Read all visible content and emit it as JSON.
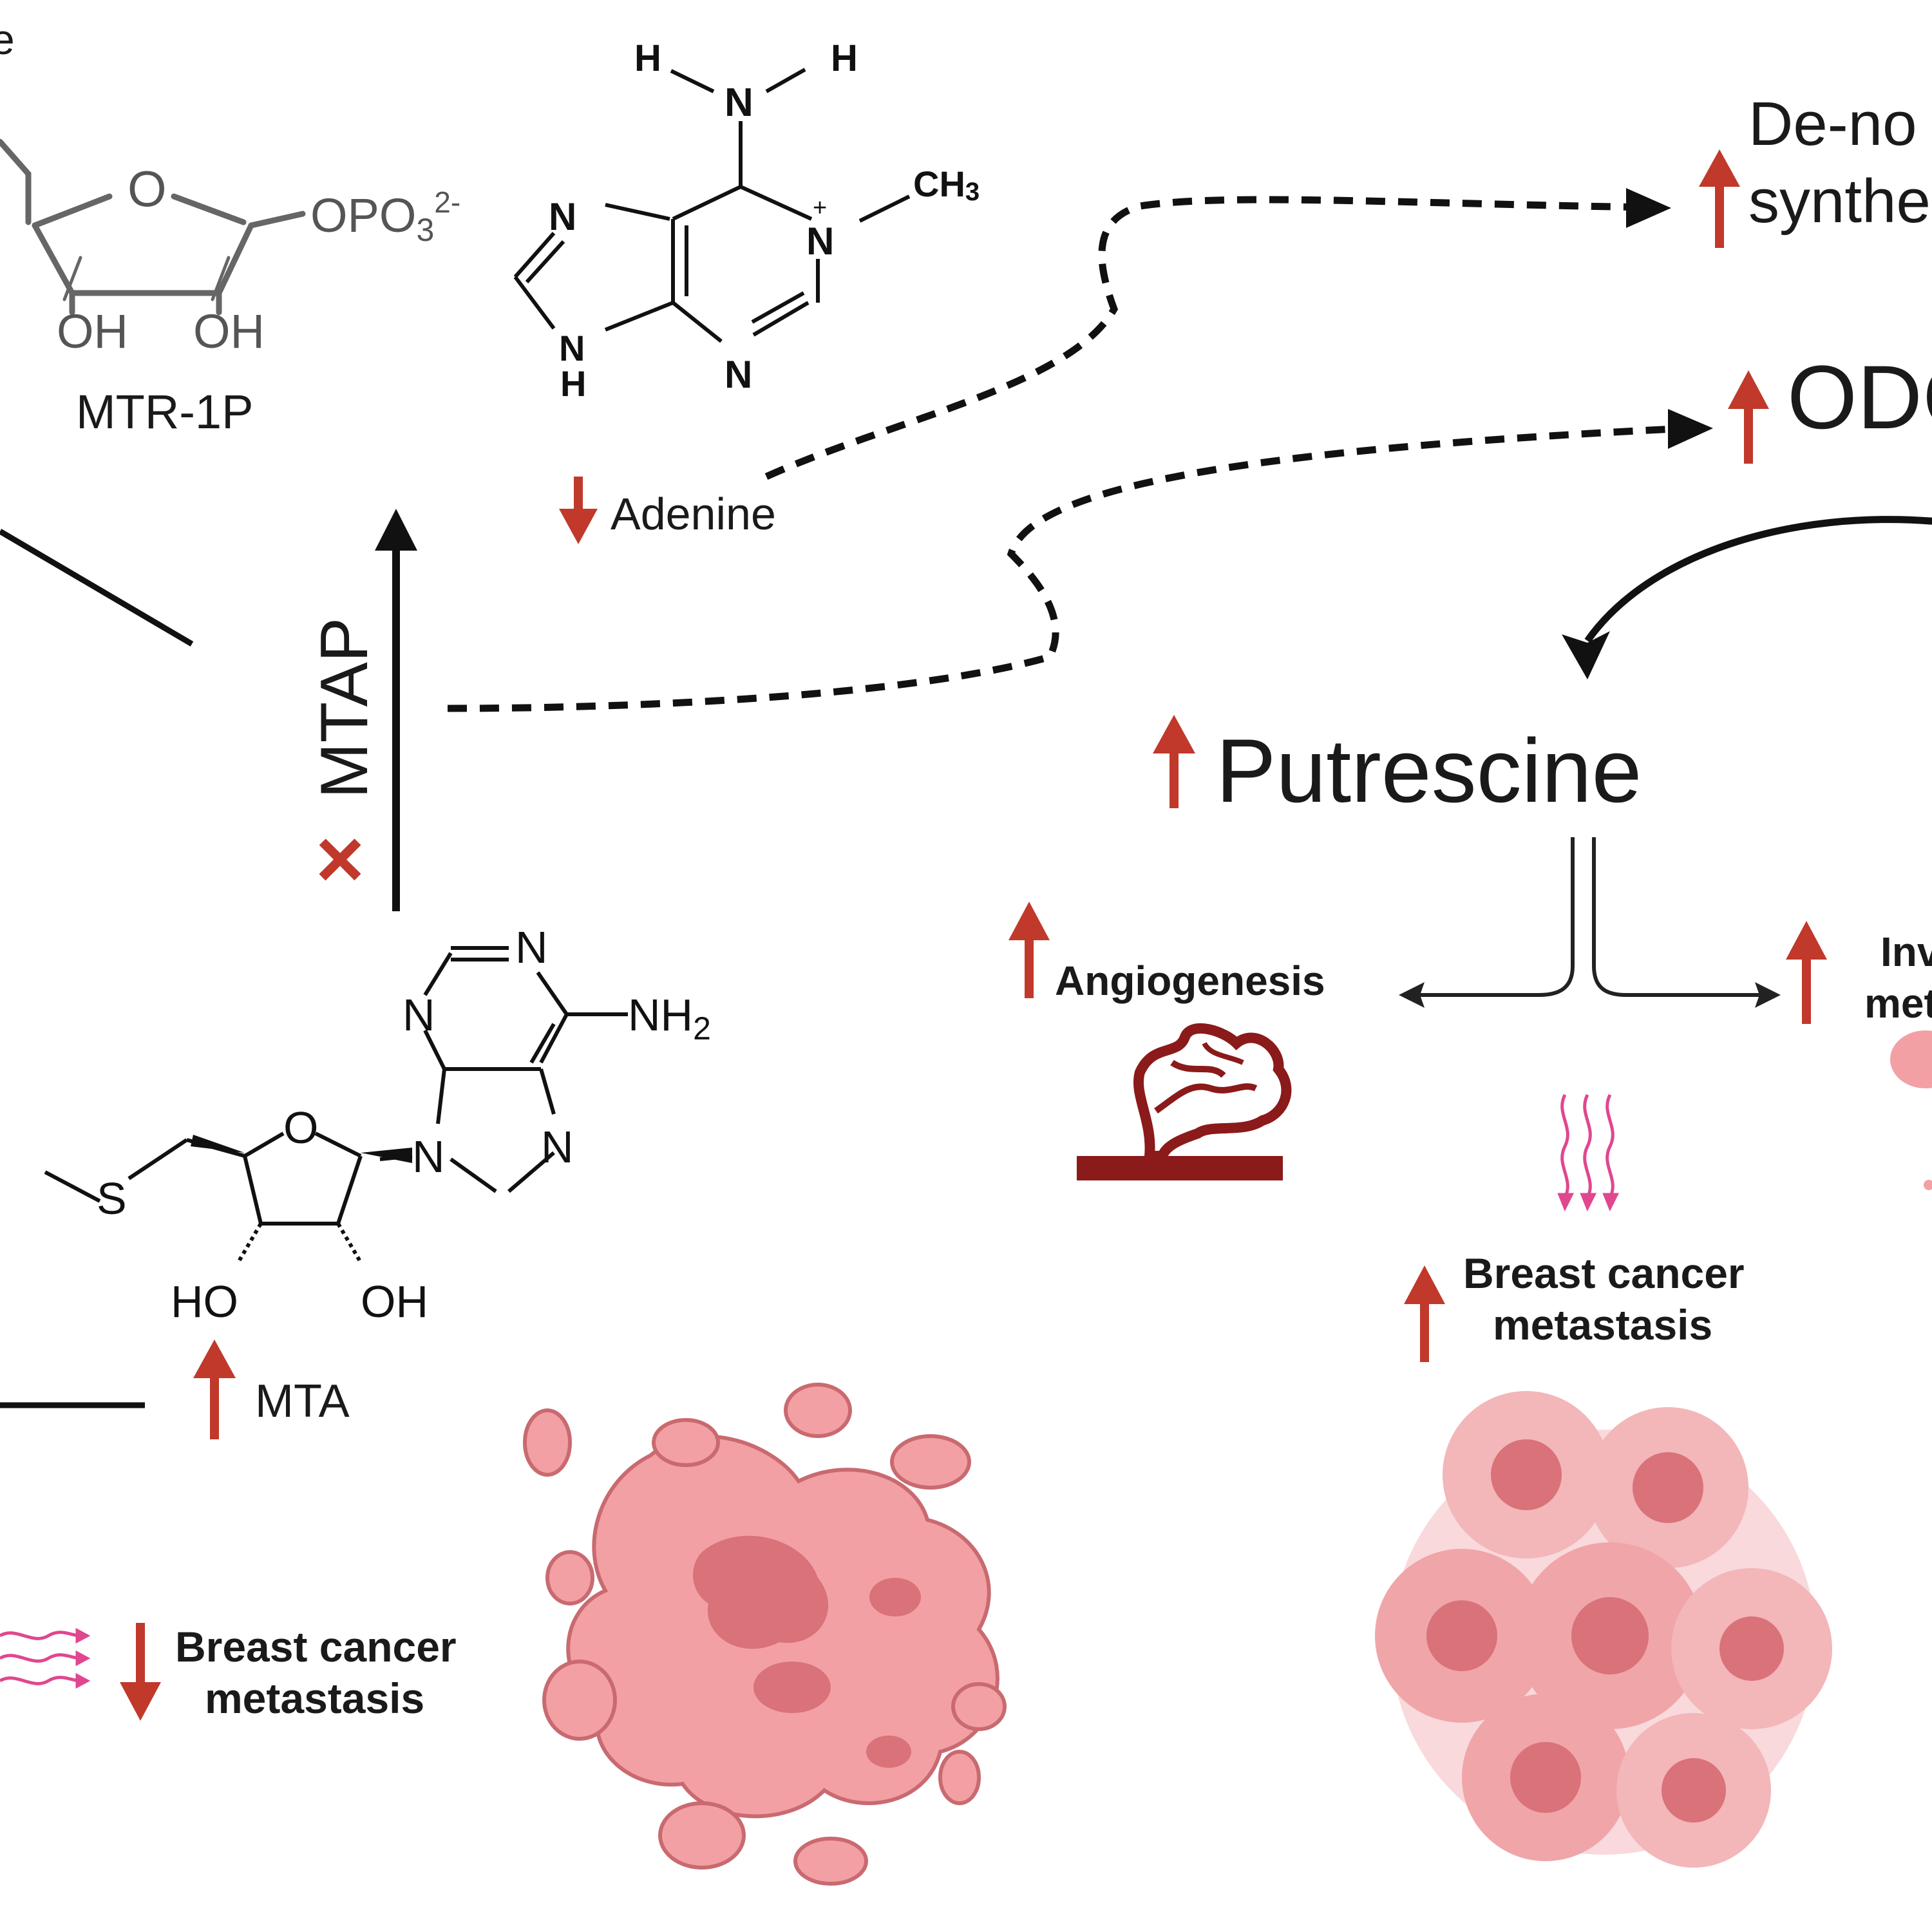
{
  "colors": {
    "arrow_red": "#c0392b",
    "tumor_pink": "#f2a0a4",
    "tumor_dark": "#d97279",
    "vessel_dark": "#8b1a1a",
    "wave_pink": "#e0478f",
    "text": "#1a1a1a"
  },
  "labels": {
    "partial_top_left": "e",
    "mtr1p": "MTR-1P",
    "adenine": "Adenine",
    "mtap": "MTAP",
    "mta": "MTA",
    "de_novo": "De-no",
    "synthesis": "synthe",
    "odc": "ODC",
    "putrescine": "Putrescine",
    "angiogenesis": "Angiogenesis",
    "invasion_line1": "Inva",
    "invasion_line2": "met",
    "bc_meta_up_1": "Breast cancer",
    "bc_meta_up_2": "metastasis",
    "bc_meta_down_1": "Breast cancer",
    "bc_meta_down_2": "metastasis"
  },
  "mtr1p_atoms": {
    "ring_o": "O",
    "phosphate": "OPO",
    "phosphate_sub": "3",
    "phosphate_sup": "2-",
    "oh_left": "OH",
    "oh_right": "OH"
  },
  "methyladenine_atoms": {
    "h_left": "H",
    "h_right": "H",
    "n_amino": "N",
    "n7": "N",
    "n1": "N",
    "n1_charge": "+",
    "ch3": "CH",
    "ch3_sub": "3",
    "n9": "N",
    "h9": "H",
    "n3": "N"
  },
  "mta_atoms": {
    "n1": "N",
    "nh2": "NH",
    "nh2_sub": "2",
    "n3": "N",
    "n9": "N",
    "n7": "N",
    "ring_o": "O",
    "s": "S",
    "ho": "HO",
    "oh": "OH"
  },
  "inhibition_mark": "×"
}
